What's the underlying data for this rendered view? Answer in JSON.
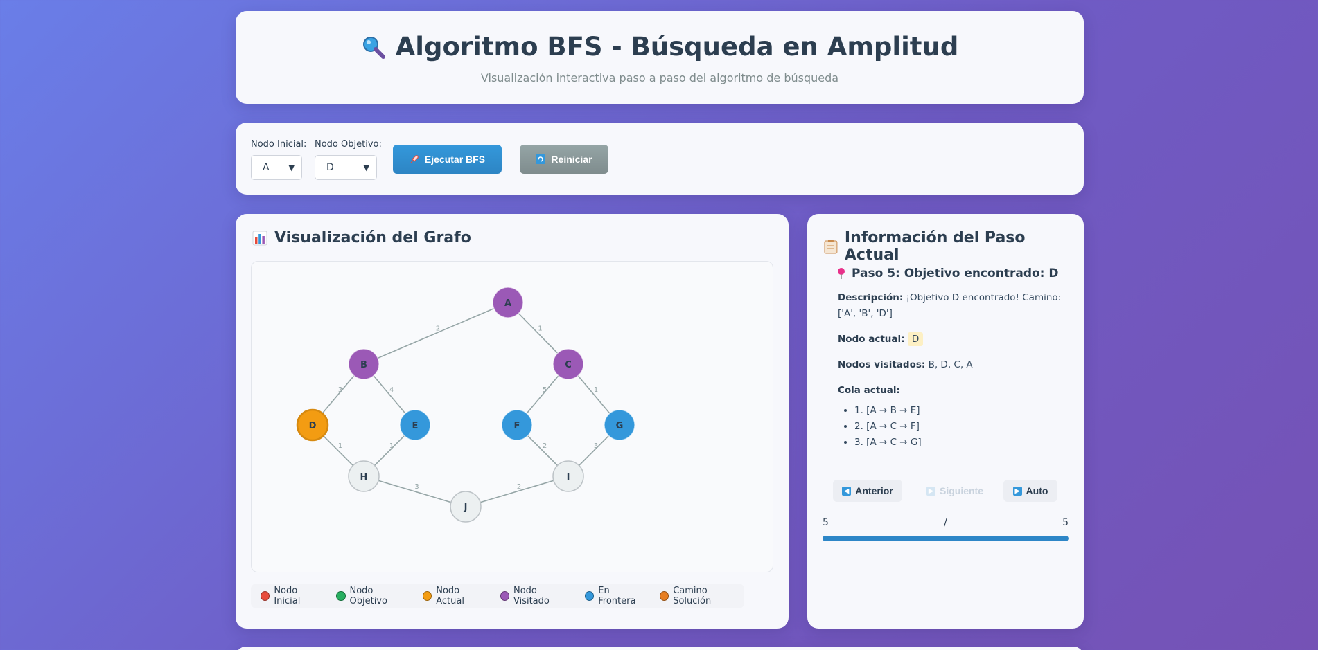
{
  "header": {
    "title": "Algoritmo BFS - Búsqueda en Amplitud",
    "subtitle": "Visualización interactiva paso a paso del algoritmo de búsqueda",
    "icon": "magnifier-icon"
  },
  "controls": {
    "start_label": "Nodo Inicial:",
    "start_value": "A",
    "goal_label": "Nodo Objetivo:",
    "goal_value": "D",
    "run_button": "Ejecutar BFS",
    "reset_button": "Reiniciar"
  },
  "graph": {
    "title": "Visualización del Grafo",
    "nodes": [
      {
        "id": "A",
        "state": "visited"
      },
      {
        "id": "B",
        "state": "visited"
      },
      {
        "id": "C",
        "state": "visited"
      },
      {
        "id": "D",
        "state": "current"
      },
      {
        "id": "E",
        "state": "frontier"
      },
      {
        "id": "F",
        "state": "frontier"
      },
      {
        "id": "G",
        "state": "frontier"
      },
      {
        "id": "H",
        "state": "unvisited"
      },
      {
        "id": "I",
        "state": "unvisited"
      },
      {
        "id": "J",
        "state": "unvisited"
      }
    ],
    "edges": [
      {
        "from": "A",
        "to": "B",
        "weight": "2"
      },
      {
        "from": "A",
        "to": "C",
        "weight": "1"
      },
      {
        "from": "B",
        "to": "D",
        "weight": "3"
      },
      {
        "from": "B",
        "to": "E",
        "weight": "4"
      },
      {
        "from": "C",
        "to": "F",
        "weight": "5"
      },
      {
        "from": "C",
        "to": "G",
        "weight": "1"
      },
      {
        "from": "D",
        "to": "H",
        "weight": "1"
      },
      {
        "from": "E",
        "to": "H",
        "weight": "1"
      },
      {
        "from": "F",
        "to": "I",
        "weight": "2"
      },
      {
        "from": "G",
        "to": "I",
        "weight": "3"
      },
      {
        "from": "H",
        "to": "J",
        "weight": "3"
      },
      {
        "from": "I",
        "to": "J",
        "weight": "2"
      }
    ],
    "state_colors": {
      "visited": "#9b59b6",
      "current": "#f39c12",
      "frontier": "#3498db",
      "unvisited": "#ecf0f1"
    },
    "legend": [
      {
        "label": "Nodo Inicial",
        "color": "#e74c3c"
      },
      {
        "label": "Nodo Objetivo",
        "color": "#27ae60"
      },
      {
        "label": "Nodo Actual",
        "color": "#f39c12"
      },
      {
        "label": "Nodo Visitado",
        "color": "#9b59b6"
      },
      {
        "label": "En Frontera",
        "color": "#3498db"
      },
      {
        "label": "Camino Solución",
        "color": "#e67e22"
      }
    ]
  },
  "info": {
    "title": "Información del Paso Actual",
    "step_title": "Paso 5: Objetivo encontrado: D",
    "description_label": "Descripción:",
    "description": "¡Objetivo D encontrado! Camino: ['A', 'B', 'D']",
    "current_node_label": "Nodo actual:",
    "current_node": "D",
    "visited_label": "Nodos visitados:",
    "visited": "B, D, C, A",
    "queue_label": "Cola actual:",
    "queue": [
      "1. [A → B → E]",
      "2. [A → C → F]",
      "3. [A → C → G]"
    ],
    "prev_button": "Anterior",
    "next_button": "Siguiente",
    "auto_button": "Auto",
    "progress_current": "5",
    "progress_separator": "/",
    "progress_total": "5",
    "progress_fraction": 1.0
  }
}
